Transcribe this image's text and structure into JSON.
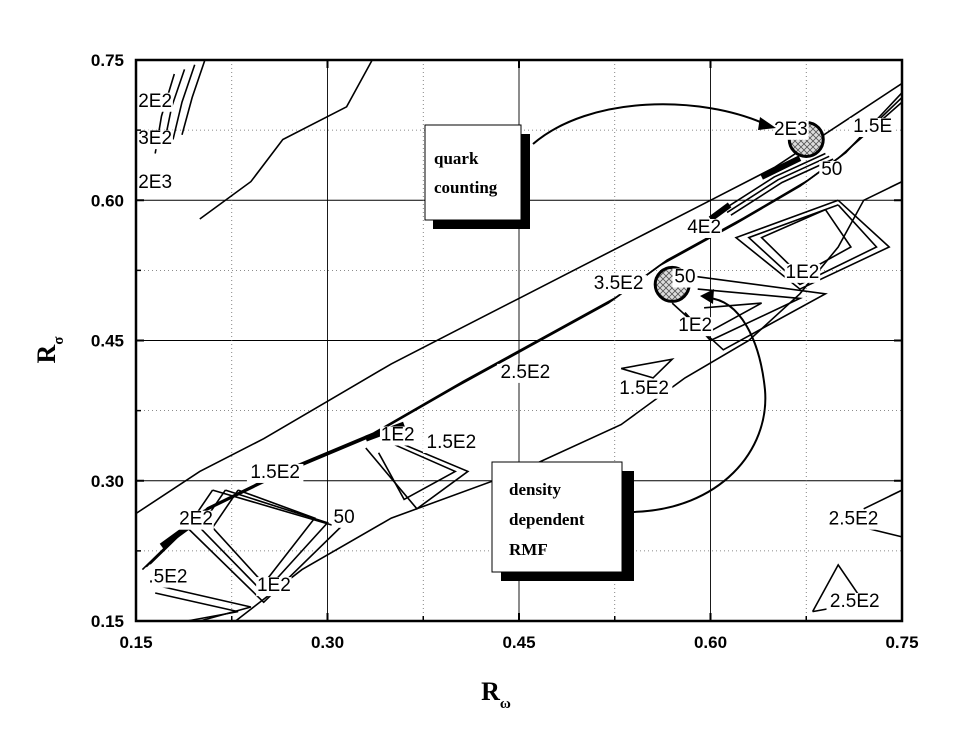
{
  "chart_data": {
    "type": "contour",
    "title": "",
    "xlabel": "R",
    "xlabel_sub": "ω",
    "ylabel": "R",
    "ylabel_sub": "σ",
    "xlim": [
      0.15,
      0.75
    ],
    "ylim": [
      0.15,
      0.75
    ],
    "x_ticks": [
      0.15,
      0.3,
      0.45,
      0.6,
      0.75
    ],
    "y_ticks": [
      0.15,
      0.3,
      0.45,
      0.6,
      0.75
    ],
    "x_tick_labels": [
      "0.15",
      "0.30",
      "0.45",
      "0.60",
      "0.75"
    ],
    "y_tick_labels": [
      "0.15",
      "0.30",
      "0.45",
      "0.60",
      "0.75"
    ],
    "grid": true,
    "contour_labels": [
      {
        "text": "2E2",
        "x": 0.165,
        "y": 0.7
      },
      {
        "text": "3E2",
        "x": 0.165,
        "y": 0.66
      },
      {
        "text": "2E3",
        "x": 0.165,
        "y": 0.613
      },
      {
        "text": "2E3",
        "x": 0.663,
        "y": 0.67
      },
      {
        "text": "1.5E",
        "x": 0.727,
        "y": 0.673
      },
      {
        "text": "50",
        "x": 0.695,
        "y": 0.627
      },
      {
        "text": "4E2",
        "x": 0.595,
        "y": 0.565
      },
      {
        "text": "1E2",
        "x": 0.672,
        "y": 0.517
      },
      {
        "text": "3.5E2",
        "x": 0.528,
        "y": 0.505
      },
      {
        "text": "50",
        "x": 0.58,
        "y": 0.512
      },
      {
        "text": "1E2",
        "x": 0.588,
        "y": 0.46
      },
      {
        "text": "2.5E2",
        "x": 0.455,
        "y": 0.41
      },
      {
        "text": "1.5E2",
        "x": 0.548,
        "y": 0.393
      },
      {
        "text": "1E2",
        "x": 0.355,
        "y": 0.343
      },
      {
        "text": "1.5E2",
        "x": 0.397,
        "y": 0.335
      },
      {
        "text": "1.5E2",
        "x": 0.259,
        "y": 0.303
      },
      {
        "text": "2E2",
        "x": 0.197,
        "y": 0.253
      },
      {
        "text": "50",
        "x": 0.313,
        "y": 0.255
      },
      {
        "text": ".5E2",
        "x": 0.175,
        "y": 0.191
      },
      {
        "text": "1E2",
        "x": 0.258,
        "y": 0.182
      },
      {
        "text": "2.5E2",
        "x": 0.712,
        "y": 0.253
      },
      {
        "text": "2.5E2",
        "x": 0.713,
        "y": 0.165
      }
    ],
    "highlighted_points": [
      {
        "x": 0.675,
        "y": 0.665
      },
      {
        "x": 0.57,
        "y": 0.51
      }
    ],
    "contour_lines": [
      [
        [
          0.15,
          0.265
        ],
        [
          0.2,
          0.31
        ],
        [
          0.25,
          0.345
        ],
        [
          0.3,
          0.385
        ],
        [
          0.35,
          0.425
        ],
        [
          0.4,
          0.46
        ],
        [
          0.45,
          0.495
        ],
        [
          0.5,
          0.53
        ],
        [
          0.55,
          0.565
        ],
        [
          0.6,
          0.6
        ],
        [
          0.65,
          0.635
        ],
        [
          0.7,
          0.68
        ],
        [
          0.75,
          0.725
        ]
      ],
      [
        [
          0.2,
          0.58
        ],
        [
          0.24,
          0.62
        ],
        [
          0.265,
          0.665
        ],
        [
          0.315,
          0.7
        ],
        [
          0.335,
          0.75
        ]
      ],
      [
        [
          0.228,
          0.15
        ],
        [
          0.28,
          0.205
        ],
        [
          0.35,
          0.26
        ],
        [
          0.45,
          0.31
        ],
        [
          0.53,
          0.36
        ],
        [
          0.58,
          0.41
        ],
        [
          0.63,
          0.45
        ],
        [
          0.67,
          0.5
        ],
        [
          0.7,
          0.55
        ],
        [
          0.72,
          0.6
        ],
        [
          0.75,
          0.62
        ]
      ],
      [
        [
          0.155,
          0.205
        ],
        [
          0.2,
          0.265
        ],
        [
          0.26,
          0.305
        ],
        [
          0.33,
          0.345
        ],
        [
          0.4,
          0.4
        ],
        [
          0.46,
          0.445
        ],
        [
          0.52,
          0.49
        ],
        [
          0.56,
          0.53
        ],
        [
          0.62,
          0.575
        ],
        [
          0.67,
          0.615
        ],
        [
          0.7,
          0.645
        ],
        [
          0.75,
          0.705
        ]
      ],
      [
        [
          0.158,
          0.208
        ],
        [
          0.203,
          0.268
        ],
        [
          0.263,
          0.308
        ],
        [
          0.333,
          0.348
        ],
        [
          0.403,
          0.403
        ],
        [
          0.463,
          0.448
        ],
        [
          0.523,
          0.493
        ],
        [
          0.563,
          0.533
        ],
        [
          0.623,
          0.578
        ],
        [
          0.673,
          0.618
        ],
        [
          0.703,
          0.648
        ],
        [
          0.75,
          0.71
        ]
      ],
      [
        [
          0.161,
          0.211
        ],
        [
          0.206,
          0.271
        ],
        [
          0.266,
          0.311
        ],
        [
          0.336,
          0.351
        ],
        [
          0.406,
          0.406
        ],
        [
          0.466,
          0.451
        ],
        [
          0.526,
          0.496
        ],
        [
          0.566,
          0.536
        ],
        [
          0.626,
          0.581
        ],
        [
          0.676,
          0.621
        ],
        [
          0.706,
          0.651
        ],
        [
          0.75,
          0.715
        ]
      ],
      [
        [
          0.61,
          0.59
        ],
        [
          0.65,
          0.625
        ],
        [
          0.69,
          0.65
        ]
      ],
      [
        [
          0.613,
          0.587
        ],
        [
          0.653,
          0.622
        ],
        [
          0.693,
          0.647
        ]
      ],
      [
        [
          0.616,
          0.584
        ],
        [
          0.656,
          0.619
        ],
        [
          0.696,
          0.644
        ]
      ],
      [
        [
          0.23,
          0.29
        ],
        [
          0.29,
          0.26
        ],
        [
          0.25,
          0.19
        ],
        [
          0.21,
          0.25
        ],
        [
          0.23,
          0.29
        ]
      ],
      [
        [
          0.22,
          0.29
        ],
        [
          0.3,
          0.255
        ],
        [
          0.25,
          0.18
        ],
        [
          0.2,
          0.25
        ],
        [
          0.22,
          0.29
        ]
      ],
      [
        [
          0.21,
          0.29
        ],
        [
          0.31,
          0.25
        ],
        [
          0.25,
          0.17
        ],
        [
          0.19,
          0.25
        ],
        [
          0.21,
          0.29
        ]
      ],
      [
        [
          0.165,
          0.18
        ],
        [
          0.23,
          0.16
        ],
        [
          0.19,
          0.15
        ]
      ],
      [
        [
          0.16,
          0.19
        ],
        [
          0.24,
          0.165
        ],
        [
          0.2,
          0.15
        ]
      ],
      [
        [
          0.35,
          0.34
        ],
        [
          0.4,
          0.31
        ],
        [
          0.36,
          0.28
        ],
        [
          0.34,
          0.33
        ]
      ],
      [
        [
          0.34,
          0.35
        ],
        [
          0.41,
          0.31
        ],
        [
          0.37,
          0.27
        ],
        [
          0.33,
          0.335
        ]
      ],
      [
        [
          0.595,
          0.485
        ],
        [
          0.64,
          0.49
        ],
        [
          0.6,
          0.46
        ],
        [
          0.59,
          0.47
        ]
      ],
      [
        [
          0.59,
          0.505
        ],
        [
          0.67,
          0.495
        ],
        [
          0.6,
          0.45
        ],
        [
          0.58,
          0.48
        ]
      ],
      [
        [
          0.58,
          0.52
        ],
        [
          0.69,
          0.5
        ],
        [
          0.61,
          0.44
        ],
        [
          0.57,
          0.49
        ]
      ],
      [
        [
          0.69,
          0.59
        ],
        [
          0.71,
          0.55
        ],
        [
          0.67,
          0.52
        ],
        [
          0.64,
          0.56
        ],
        [
          0.69,
          0.59
        ]
      ],
      [
        [
          0.7,
          0.595
        ],
        [
          0.73,
          0.55
        ],
        [
          0.67,
          0.51
        ],
        [
          0.63,
          0.56
        ],
        [
          0.7,
          0.595
        ]
      ],
      [
        [
          0.7,
          0.6
        ],
        [
          0.74,
          0.55
        ],
        [
          0.67,
          0.505
        ],
        [
          0.62,
          0.56
        ],
        [
          0.7,
          0.6
        ]
      ],
      [
        [
          0.53,
          0.42
        ],
        [
          0.57,
          0.43
        ],
        [
          0.555,
          0.41
        ],
        [
          0.53,
          0.42
        ]
      ],
      [
        [
          0.68,
          0.16
        ],
        [
          0.7,
          0.21
        ],
        [
          0.72,
          0.17
        ],
        [
          0.68,
          0.16
        ]
      ],
      [
        [
          0.72,
          0.27
        ],
        [
          0.75,
          0.29
        ]
      ],
      [
        [
          0.72,
          0.25
        ],
        [
          0.75,
          0.24
        ]
      ],
      [
        [
          0.18,
          0.735
        ],
        [
          0.17,
          0.69
        ],
        [
          0.165,
          0.65
        ]
      ],
      [
        [
          0.188,
          0.74
        ],
        [
          0.178,
          0.7
        ],
        [
          0.172,
          0.66
        ]
      ],
      [
        [
          0.196,
          0.745
        ],
        [
          0.186,
          0.705
        ],
        [
          0.179,
          0.665
        ]
      ],
      [
        [
          0.204,
          0.75
        ],
        [
          0.194,
          0.71
        ],
        [
          0.186,
          0.67
        ]
      ]
    ],
    "thick_lines": [
      [
        [
          0.17,
          0.23
        ],
        [
          0.19,
          0.25
        ]
      ],
      [
        [
          0.64,
          0.625
        ],
        [
          0.67,
          0.645
        ]
      ],
      [
        [
          0.6,
          0.58
        ],
        [
          0.615,
          0.595
        ]
      ],
      [
        [
          0.33,
          0.345
        ],
        [
          0.36,
          0.36
        ]
      ]
    ]
  },
  "callouts": [
    {
      "id": "quark",
      "lines": [
        "quark",
        "counting"
      ]
    },
    {
      "id": "rmf",
      "lines": [
        "density",
        "dependent",
        "RMF"
      ]
    }
  ]
}
